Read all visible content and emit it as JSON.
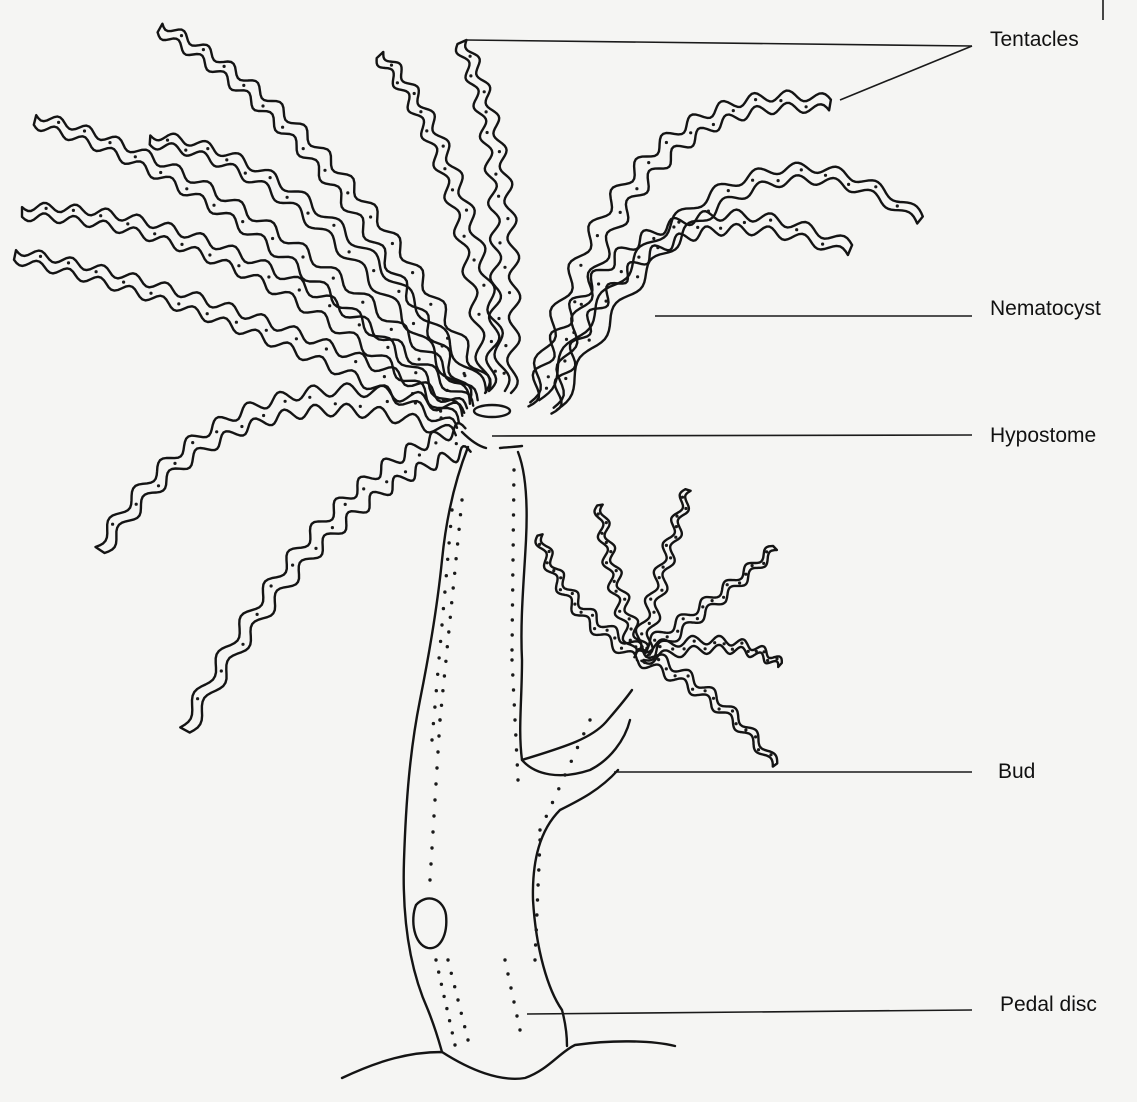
{
  "labels": {
    "tentacles": "Tentacles",
    "nematocyst": "Nematocyst",
    "hypostome": "Hypostome",
    "bud": "Bud",
    "pedal_disc": "Pedal disc"
  }
}
